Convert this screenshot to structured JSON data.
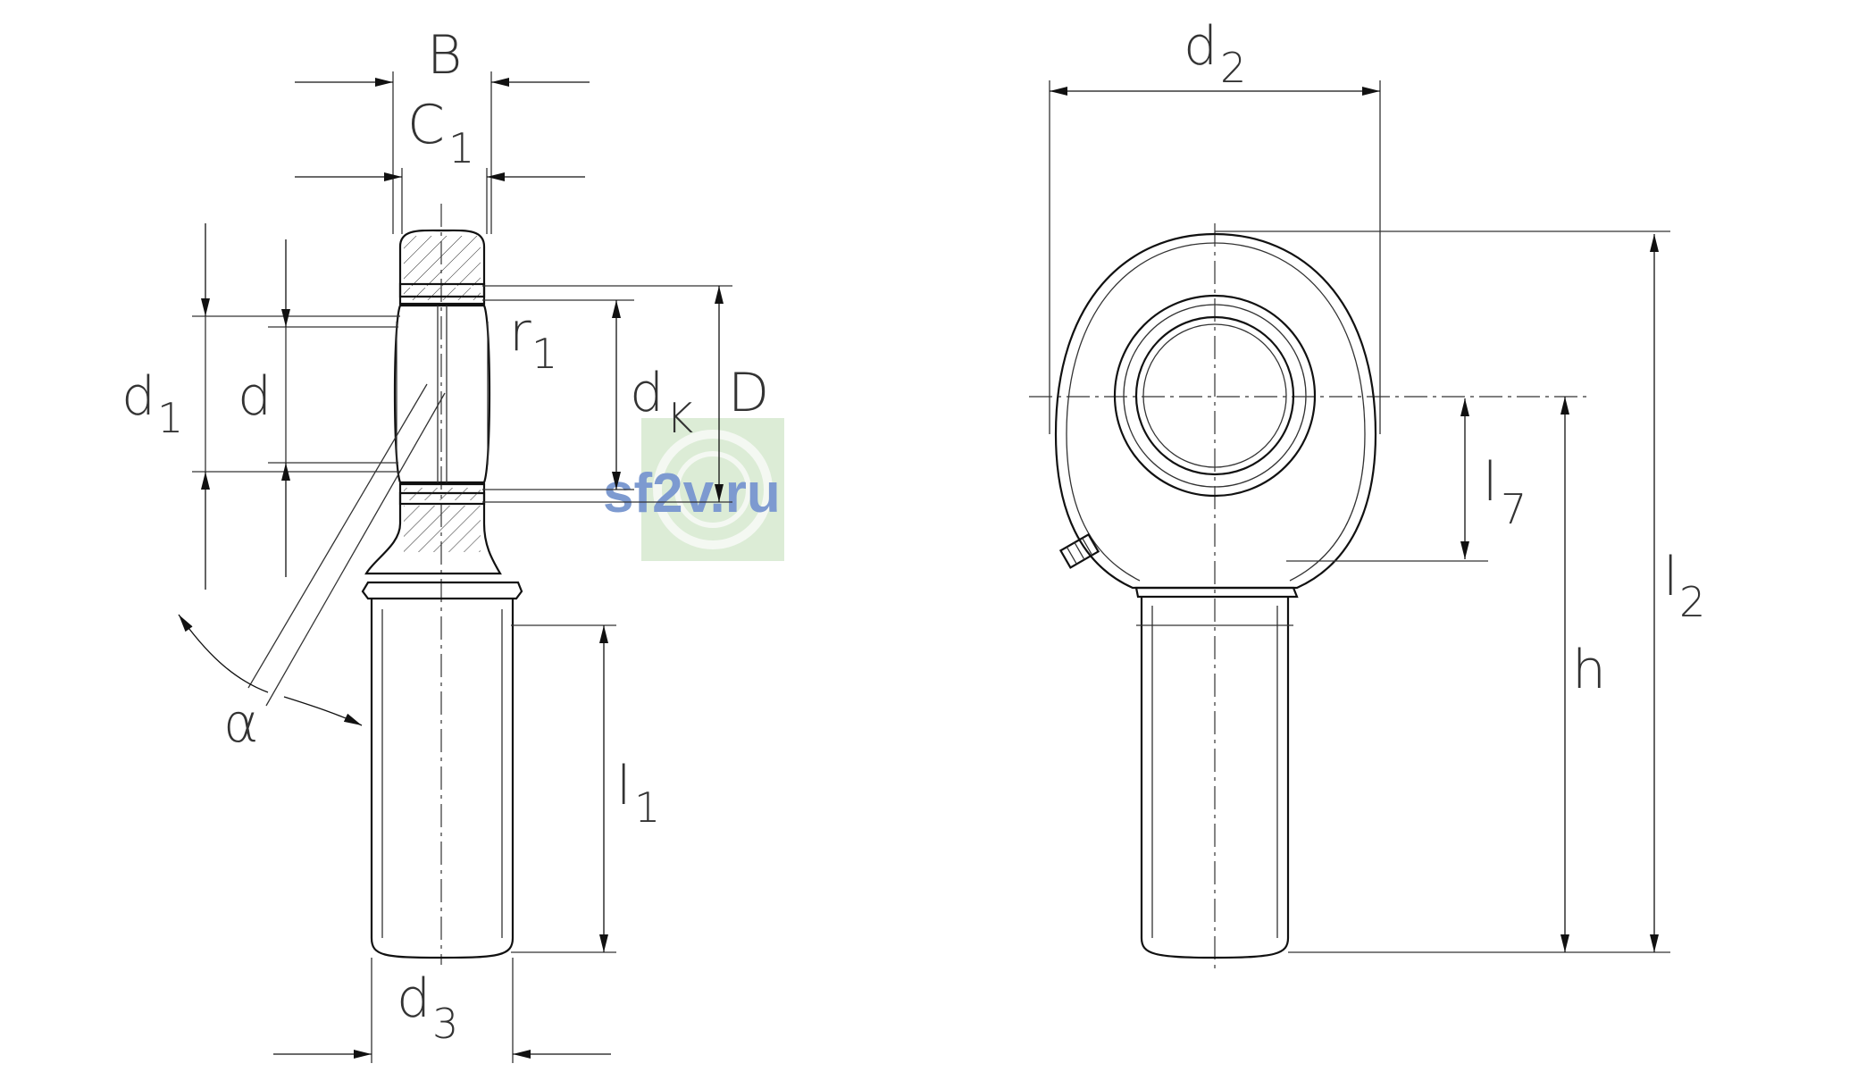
{
  "watermark": {
    "text": "sf2v.ru",
    "box_color": "#dcecd6",
    "text_color": "#7d9ad0"
  },
  "labels": {
    "B": "B",
    "C": "C",
    "C_sub": "1",
    "d1": "d",
    "d1_sub": "1",
    "d": "d",
    "r": "r",
    "r_sub": "1",
    "dK": "d",
    "dK_sub": "K",
    "D": "D",
    "alpha": "α",
    "l1": "l",
    "l1_sub": "1",
    "d3": "d",
    "d3_sub": "3",
    "d2": "d",
    "d2_sub": "2",
    "l7": "l",
    "l7_sub": "7",
    "h": "h",
    "l2": "l",
    "l2_sub": "2"
  }
}
